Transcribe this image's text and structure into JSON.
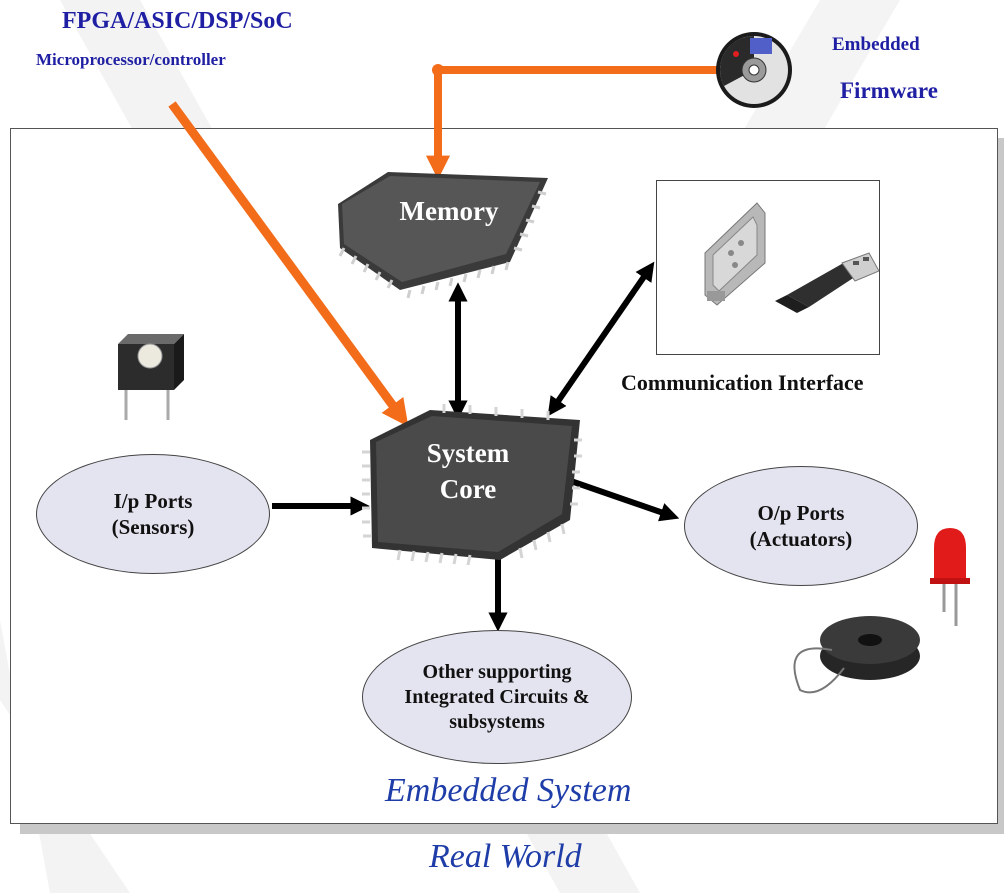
{
  "top_left": {
    "title": "FPGA/ASIC/DSP/SoC",
    "subtitle": "Microprocessor/controller"
  },
  "top_right": {
    "line1": "Embedded",
    "line2": "Firmware"
  },
  "memory": {
    "label": "Memory"
  },
  "core": {
    "line1": "System",
    "line2": "Core"
  },
  "input_ports": {
    "line1": "I/p Ports",
    "line2": "(Sensors)"
  },
  "output_ports": {
    "line1": "O/p Ports",
    "line2": "(Actuators)"
  },
  "other_ics": {
    "line1": "Other supporting",
    "line2": "Integrated Circuits &",
    "line3": "subsystems"
  },
  "comm": {
    "label": "Communication Interface"
  },
  "system_label": "Embedded System",
  "world_label": "Real World",
  "colors": {
    "title_blue": "#1f1fa3",
    "orange_arrow": "#f26c1a",
    "chip_dark": "#3a3a3a",
    "ellipse_fill": "#e4e4f0"
  }
}
